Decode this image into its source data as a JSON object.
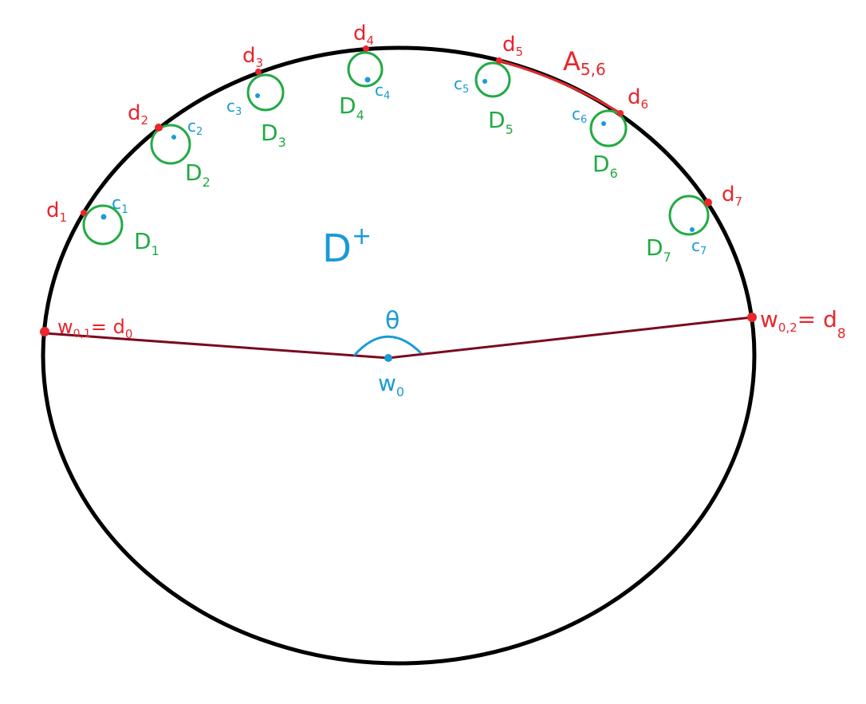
{
  "colors": {
    "outline": "#000000",
    "points": "#e8262c",
    "disks": "#22aa44",
    "centers": "#1a9ad6",
    "segments": "#7a0a1e",
    "arc": "#e8262c"
  },
  "region_label": {
    "base": "D",
    "sup": "+"
  },
  "angle_label": "θ",
  "center_label": {
    "base": "w",
    "sub": "0"
  },
  "endpoint_left": {
    "base": "w",
    "sub": "0,1",
    "eq": "= d",
    "eq_sub": "0"
  },
  "endpoint_right": {
    "base": "w",
    "sub": "0,2",
    "eq": "= d",
    "eq_sub": "8"
  },
  "arc_label": {
    "base": "A",
    "sub": "5,6"
  },
  "boundary_points": [
    {
      "base": "d",
      "sub": "1"
    },
    {
      "base": "d",
      "sub": "2"
    },
    {
      "base": "d",
      "sub": "3"
    },
    {
      "base": "d",
      "sub": "4"
    },
    {
      "base": "d",
      "sub": "5"
    },
    {
      "base": "d",
      "sub": "6"
    },
    {
      "base": "d",
      "sub": "7"
    }
  ],
  "centers": [
    {
      "base": "c",
      "sub": "1"
    },
    {
      "base": "c",
      "sub": "2"
    },
    {
      "base": "c",
      "sub": "3"
    },
    {
      "base": "c",
      "sub": "4"
    },
    {
      "base": "c",
      "sub": "5"
    },
    {
      "base": "c",
      "sub": "6"
    },
    {
      "base": "c",
      "sub": "7"
    }
  ],
  "disks": [
    {
      "base": "D",
      "sub": "1"
    },
    {
      "base": "D",
      "sub": "2"
    },
    {
      "base": "D",
      "sub": "3"
    },
    {
      "base": "D",
      "sub": "4"
    },
    {
      "base": "D",
      "sub": "5"
    },
    {
      "base": "D",
      "sub": "6"
    },
    {
      "base": "D",
      "sub": "7"
    }
  ]
}
